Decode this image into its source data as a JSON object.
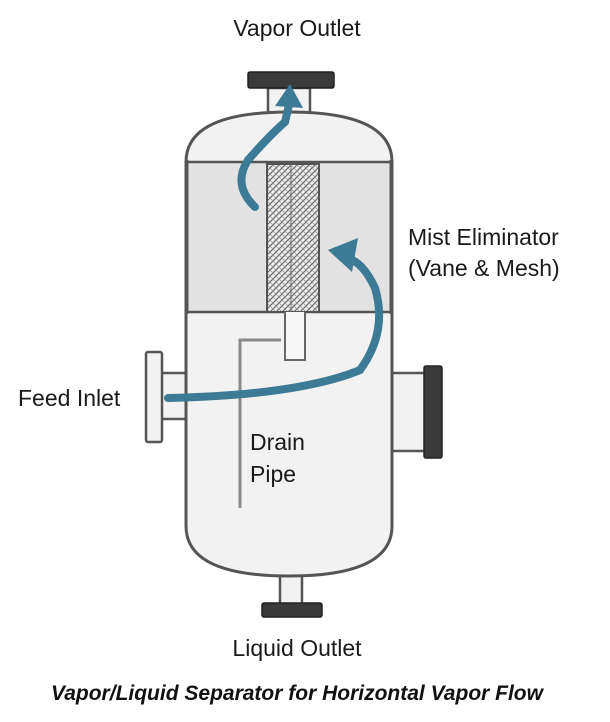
{
  "labels": {
    "vapor_outlet": "Vapor Outlet",
    "mist_eliminator_line1": "Mist Eliminator",
    "mist_eliminator_line2": "(Vane & Mesh)",
    "feed_inlet": "Feed Inlet",
    "drain_pipe_line1": "Drain",
    "drain_pipe_line2": "Pipe",
    "liquid_outlet": "Liquid Outlet"
  },
  "caption": "Vapor/Liquid Separator for Horizontal Vapor Flow",
  "colors": {
    "vessel_outline": "#555555",
    "vessel_fill": "#f2f2f2",
    "upper_chamber_fill": "#e2e2e2",
    "flow_arrow": "#3d7a95",
    "flange": "#3a3a3a",
    "mesh": "#7a7a7a"
  }
}
